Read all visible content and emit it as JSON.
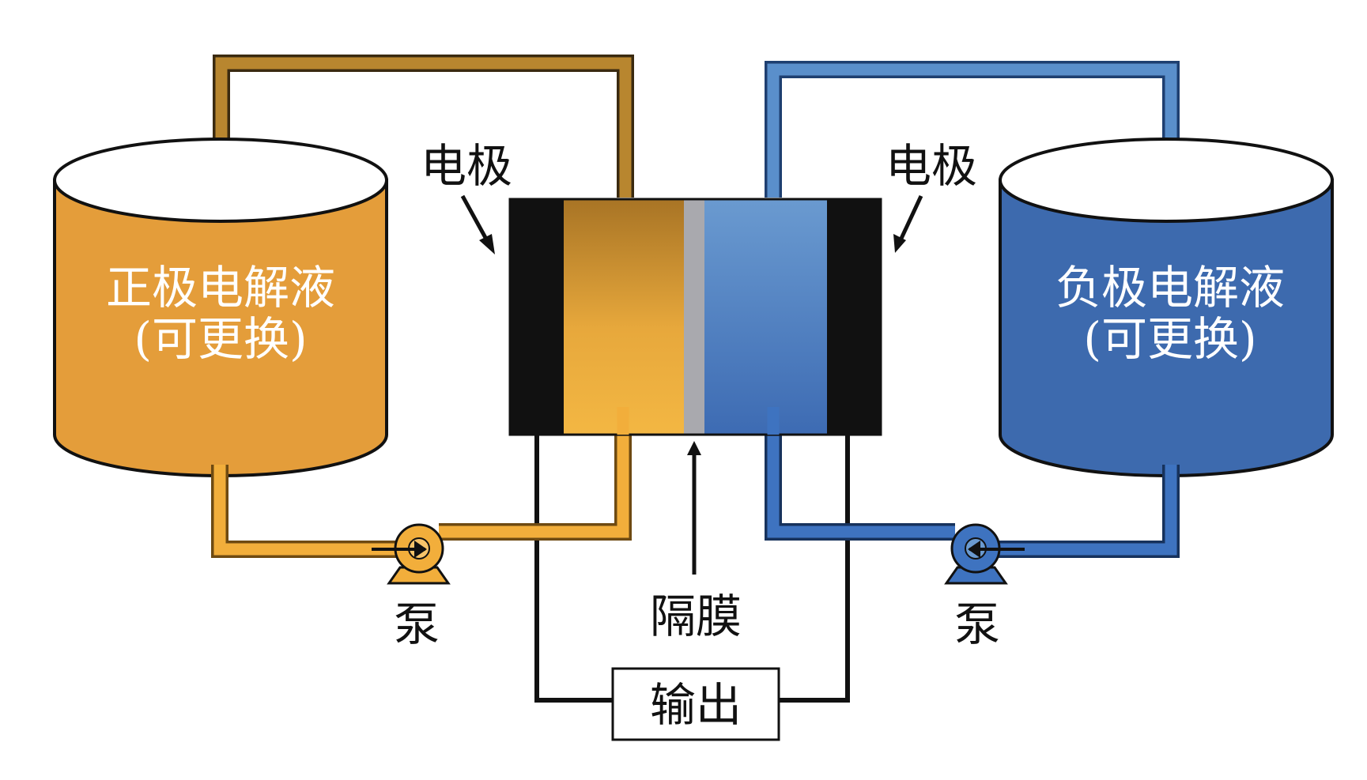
{
  "left_tank": {
    "line1": "正极电解液",
    "line2": "(可更换)",
    "color": "#E49D3A"
  },
  "right_tank": {
    "line1": "负极电解液",
    "line2": "(可更换)",
    "color": "#3D6AAE"
  },
  "labels": {
    "electrode_left": "电极",
    "electrode_right": "电极",
    "pump_left": "泵",
    "pump_right": "泵",
    "membrane": "隔膜",
    "output": "输出"
  },
  "colors": {
    "positive_pipe_top": "#B8862F",
    "positive_pipe_bottom": "#F2AE3B",
    "negative_pipe_top": "#5A8FCB",
    "negative_pipe_bottom": "#3E73C0",
    "electrode": "#111111",
    "membrane": "#A9A9AE"
  }
}
